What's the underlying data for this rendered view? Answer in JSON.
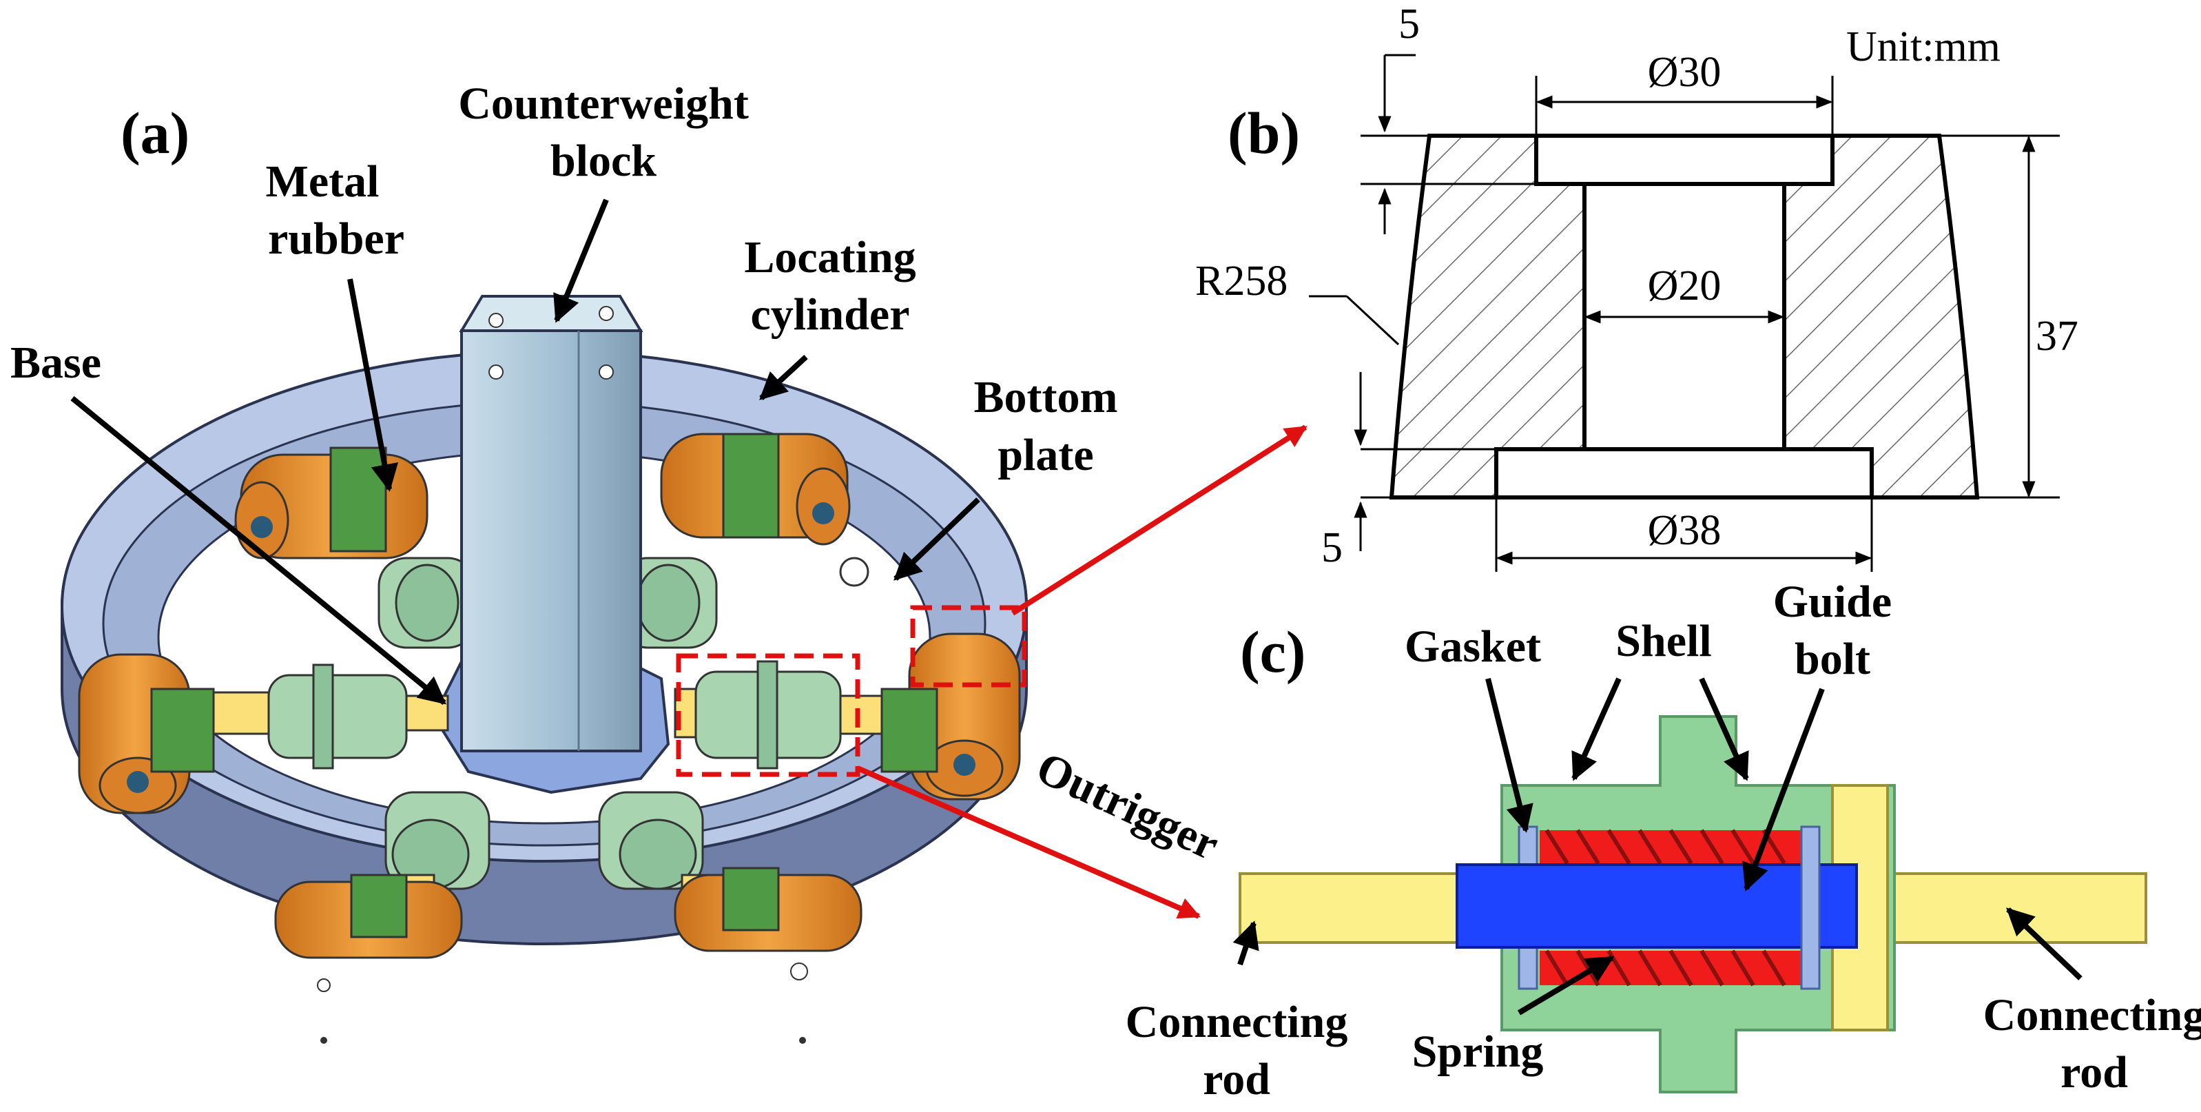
{
  "panels": {
    "a": "(a)",
    "b": "(b)",
    "c": "(c)"
  },
  "panel_a": {
    "counterweight_line1": "Counterweight",
    "counterweight_line2": "block",
    "metal_rubber_line1": "Metal",
    "metal_rubber_line2": "rubber",
    "locating_cylinder_line1": "Locating",
    "locating_cylinder_line2": "cylinder",
    "base": "Base",
    "bottom_plate_line1": "Bottom",
    "bottom_plate_line2": "plate",
    "outrigger": "Outrigger"
  },
  "panel_b": {
    "unit": "Unit:mm",
    "dim_top_thickness": "5",
    "dim_top_diameter": "Ø30",
    "dim_mid_diameter": "Ø20",
    "dim_bottom_diameter": "Ø38",
    "dim_radius": "R258",
    "dim_height": "37",
    "dim_bottom_thickness": "5"
  },
  "panel_c": {
    "gasket": "Gasket",
    "shell": "Shell",
    "guide_bolt_line1": "Guide",
    "guide_bolt_line2": "bolt",
    "connecting_rod_left_line1": "Connecting",
    "connecting_rod_left_line2": "rod",
    "spring": "Spring",
    "connecting_rod_right_line1": "Connecting",
    "connecting_rod_right_line2": "rod"
  },
  "colors": {
    "ring": "#6f7fa8",
    "ring_light": "#b9c8e6",
    "column": "#a9c4d8",
    "rubber": "#e8922e",
    "coupler": "#a8d4b0",
    "bracket": "#4f9a45",
    "shell": "#8fd39a",
    "rod": "#fbf08a",
    "spring": "#f01c1c",
    "bolt": "#1e44ff",
    "gasket": "#9fb7e8",
    "callout": "#e01010"
  }
}
